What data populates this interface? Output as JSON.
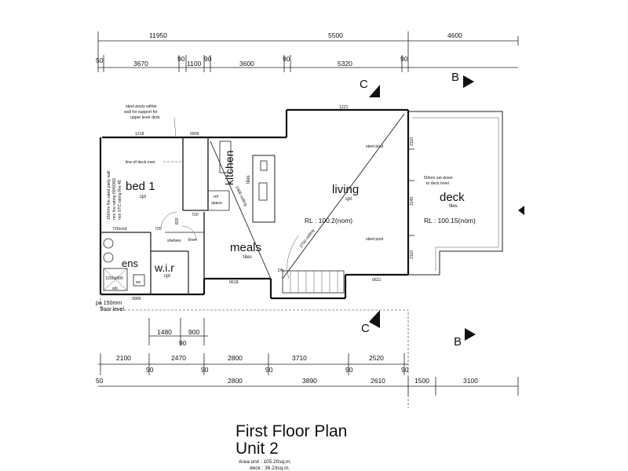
{
  "dimensions": {
    "top_row1": [
      "11950",
      "5500",
      "4600"
    ],
    "top_row2": [
      "50",
      "3670",
      "90",
      "1100",
      "90",
      "3600",
      "90",
      "5320",
      "90"
    ],
    "bottom_row1": [
      "1480",
      "900",
      "90"
    ],
    "bottom_row2": [
      "2100",
      "90",
      "2470",
      "90",
      "2800",
      "90",
      "3710",
      "90",
      "2520",
      "90"
    ],
    "bottom_row3": [
      "50",
      "2800",
      "3890",
      "2610",
      "1500",
      "3100"
    ]
  },
  "section_markers": {
    "c": "C",
    "b": "B"
  },
  "rooms": {
    "bed1": "bed 1",
    "bed1_sub": "cpt",
    "kitchen": "kitchen",
    "kitchen_sub": "tiles",
    "living": "living",
    "living_sub": "cpt",
    "living_rl": "RL : 100.2(nom)",
    "deck": "deck",
    "deck_sub": "tiles",
    "deck_rl": "RL : 100.15(nom)",
    "meals": "meals",
    "meals_sub": "tiles",
    "ens": "ens",
    "wir": "w.i.r",
    "wir_sub": "cpt",
    "linen": "linen",
    "shelves": "shelves",
    "ref_space_1": "ref",
    "ref_space_2": "space"
  },
  "notes": {
    "steel_posts_1": "steel posts within",
    "steel_posts_2": "wall for support for",
    "steel_posts_3": "upper level deck",
    "deck_over": "line of deck over",
    "party_wall_1": "150mm fire rated party wall",
    "party_wall_2": "min fire rating 60/60/60",
    "party_wall_3": "min STC rating Rw 45",
    "steel_post_a": "steel post",
    "steel_post_b": "steel post",
    "set_down_1": "50mm set down",
    "set_down_2": "to deck level",
    "ceiling_2700": "2700 ceiling",
    "ceiling_2400": "2400 ceiling",
    "level_1": "pa 150mm",
    "level_2": "floor level",
    "dn": "DN",
    "shr": "shr",
    "wc": "wc"
  },
  "small_dims": {
    "d1221": "1221",
    "d1218": "1218",
    "d0909": "0909",
    "d720cmd": "720cmd",
    "d720a": "720",
    "d720b": "720",
    "d820": "820",
    "d0906": "0906",
    "d0618": "0618",
    "d0621": "0621",
    "d2110a": "2110",
    "d2110b": "2110",
    "d2142": "2142",
    "d1200x900": "1200x900"
  },
  "title": {
    "line1": "First Floor Plan",
    "line2": "Unit 2",
    "area_unit": "Area unit : 105.20sq.m.",
    "area_deck": "deck : 36.23sq.m."
  }
}
